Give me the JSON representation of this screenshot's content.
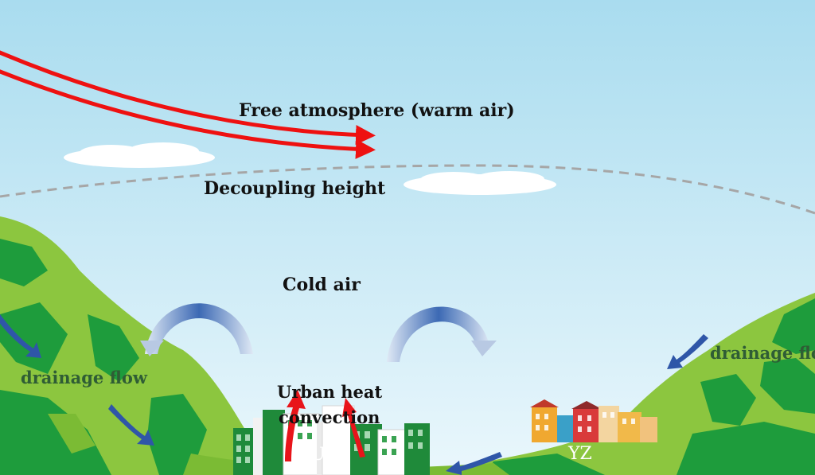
{
  "labels": {
    "free_atmosphere": "Free atmosphere (warm air)",
    "decoupling_height": "Decoupling height",
    "cold_air": "Cold air",
    "urban_heat_line1": "Urban heat",
    "urban_heat_line2": "convection",
    "drainage_left": "drainage flow",
    "drainage_right": "drainage flo",
    "uz": "UZ",
    "yz": "YZ"
  },
  "colors": {
    "sky_top": "#a9dcef",
    "sky_bottom": "#e9f6fb",
    "warm_air_arrow": "#ee1111",
    "convection_arrow": "#e8141a",
    "drainage_arrow": "#2f56a8",
    "circulation_arrow": "#3f6fb8",
    "mountain_light": "#8cc63f",
    "mountain_dark": "#1e9c3c",
    "decoupling_line": "#a6a6a6"
  }
}
